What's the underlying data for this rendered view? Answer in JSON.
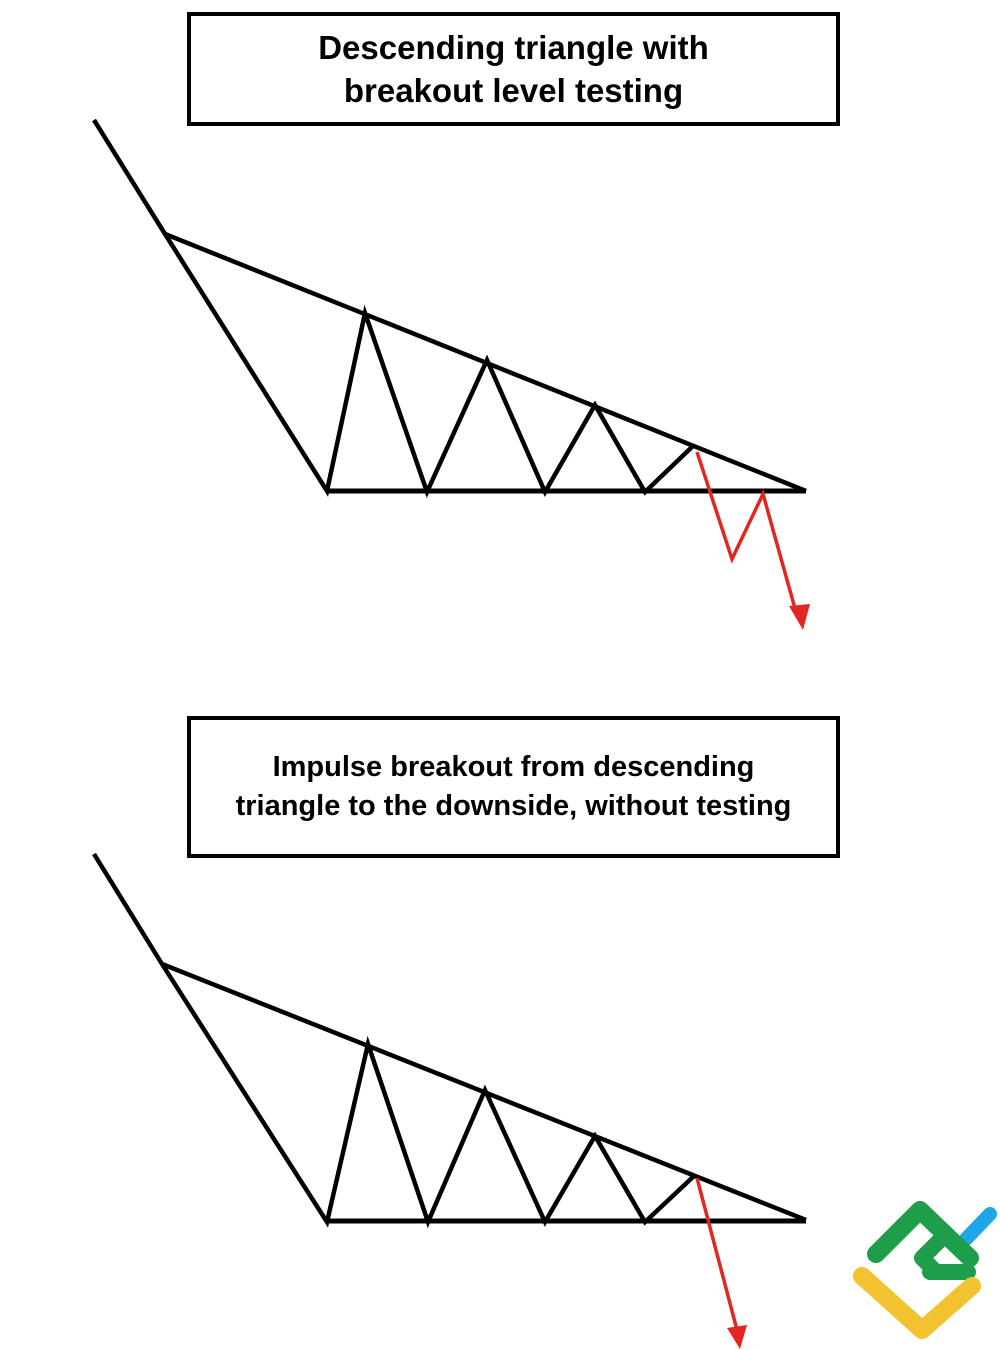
{
  "panels": [
    {
      "title_lines": [
        "Descending triangle with",
        "breakout level testing"
      ],
      "pattern": "descending-triangle",
      "breakout": "with-retest"
    },
    {
      "title_lines": [
        "Impulse breakout from descending",
        "triangle to the downside, without testing"
      ],
      "pattern": "descending-triangle",
      "breakout": "impulse-no-retest"
    }
  ],
  "colors": {
    "line": "#000000",
    "breakout_arrow": "#e3261f",
    "logo_green": "#1e9e4a",
    "logo_blue": "#1ea7e6",
    "logo_yellow": "#f2c230"
  }
}
